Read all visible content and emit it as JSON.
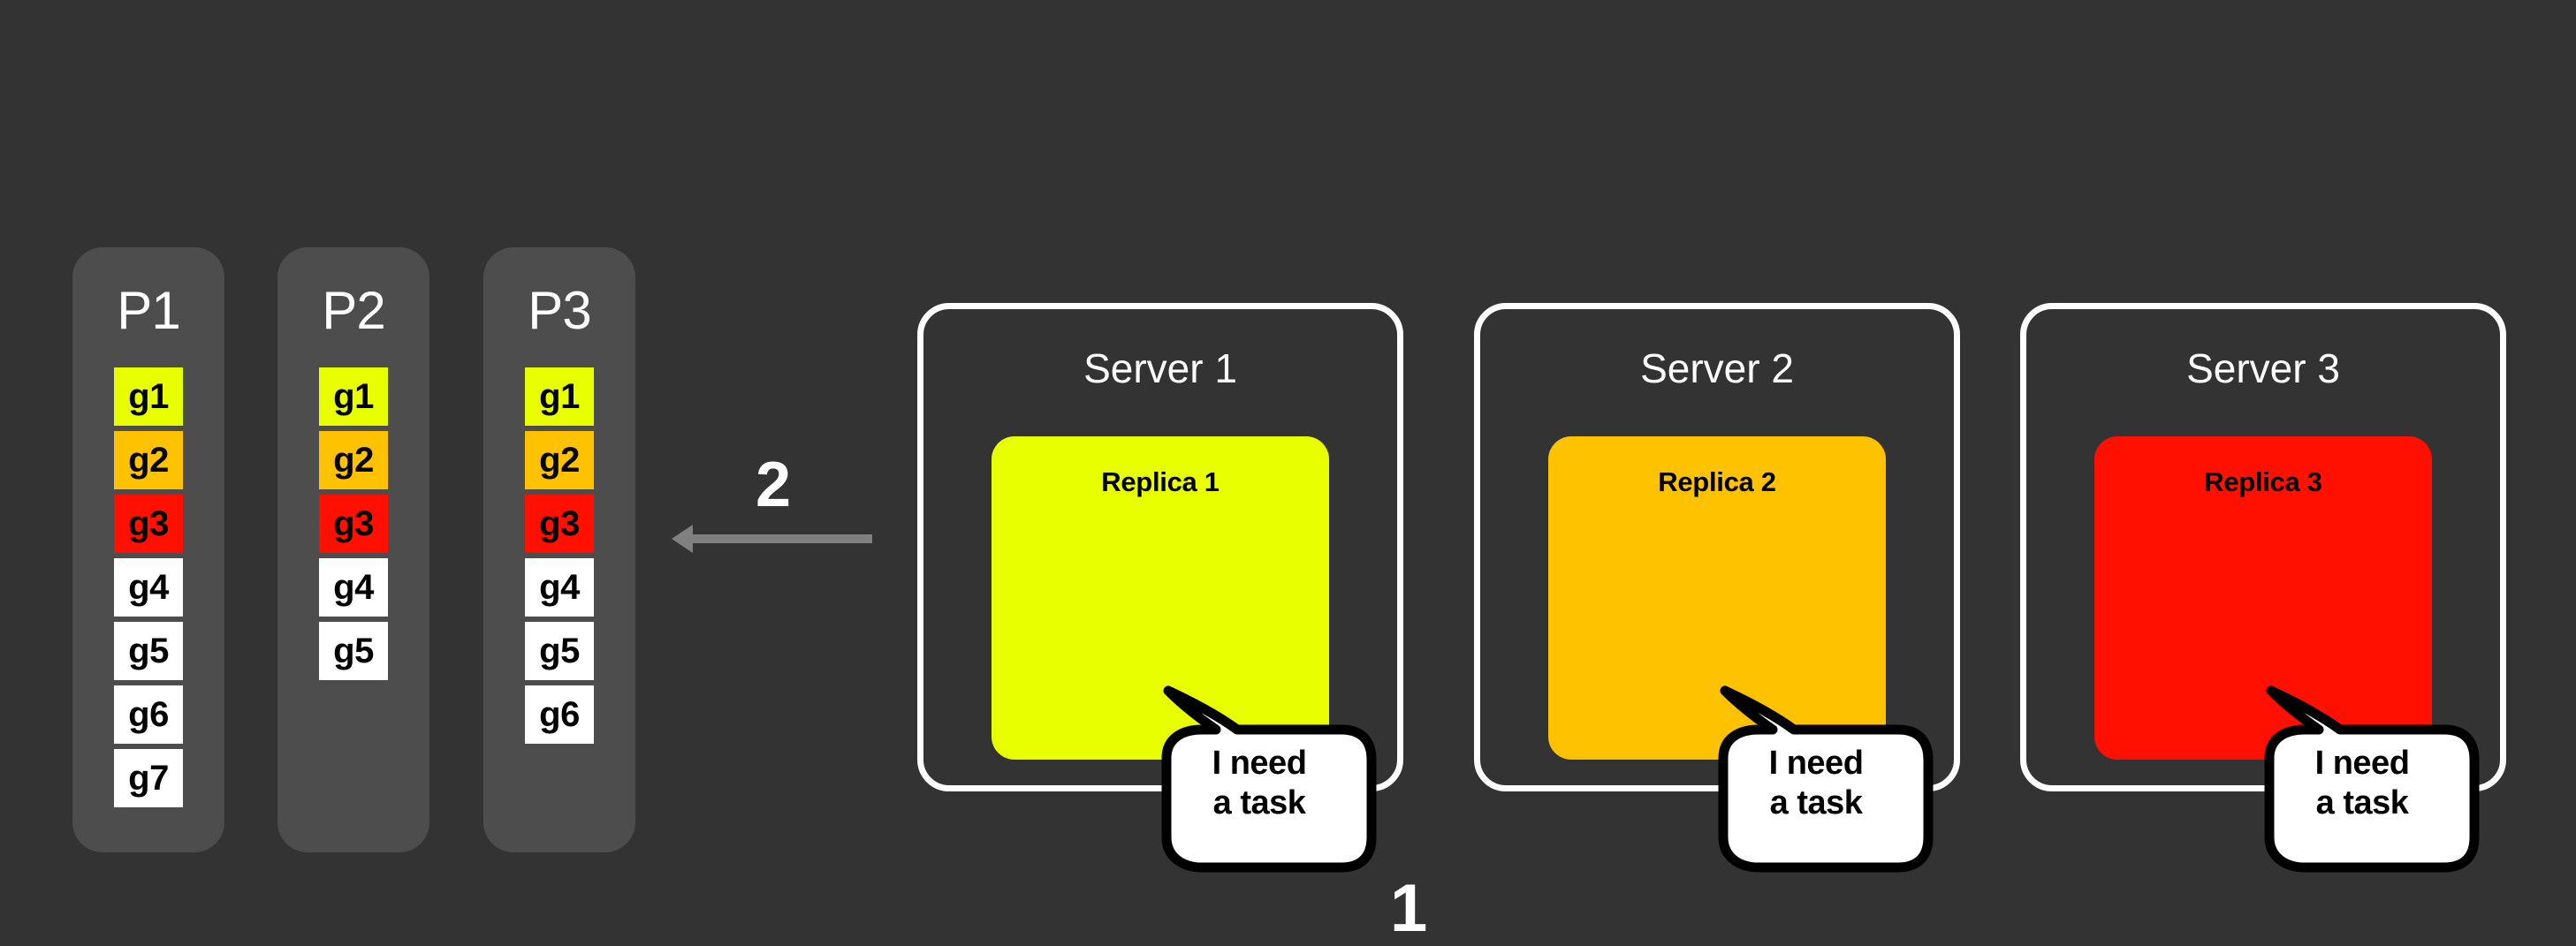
{
  "theme": {
    "background": "#333333",
    "panel": "#4D4D4D",
    "outline": "#FFFFFF",
    "arrow": "#808080",
    "bubble_fill": "#FFFFFF",
    "bubble_stroke": "#000000"
  },
  "group_colors": {
    "g1": "#E8FF00",
    "g2": "#FFC200",
    "g3": "#FF1000",
    "idle": "#FFFFFF"
  },
  "partitions": [
    {
      "id": "p1",
      "title": "P1",
      "cells": [
        {
          "label": "g1",
          "color": "#E8FF00"
        },
        {
          "label": "g2",
          "color": "#FFC200"
        },
        {
          "label": "g3",
          "color": "#FF1000"
        },
        {
          "label": "g4",
          "color": "#FFFFFF"
        },
        {
          "label": "g5",
          "color": "#FFFFFF"
        },
        {
          "label": "g6",
          "color": "#FFFFFF"
        },
        {
          "label": "g7",
          "color": "#FFFFFF"
        }
      ]
    },
    {
      "id": "p2",
      "title": "P2",
      "cells": [
        {
          "label": "g1",
          "color": "#E8FF00"
        },
        {
          "label": "g2",
          "color": "#FFC200"
        },
        {
          "label": "g3",
          "color": "#FF1000"
        },
        {
          "label": "g4",
          "color": "#FFFFFF"
        },
        {
          "label": "g5",
          "color": "#FFFFFF"
        }
      ]
    },
    {
      "id": "p3",
      "title": "P3",
      "cells": [
        {
          "label": "g1",
          "color": "#E8FF00"
        },
        {
          "label": "g2",
          "color": "#FFC200"
        },
        {
          "label": "g3",
          "color": "#FF1000"
        },
        {
          "label": "g4",
          "color": "#FFFFFF"
        },
        {
          "label": "g5",
          "color": "#FFFFFF"
        },
        {
          "label": "g6",
          "color": "#FFFFFF"
        }
      ]
    }
  ],
  "steps": {
    "step_two_label": "2",
    "step_one_label": "1"
  },
  "servers": [
    {
      "id": "server-1",
      "title": "Server 1",
      "replica_label": "Replica 1",
      "replica_color": "#E8FF00",
      "bubble_line_1": "I need",
      "bubble_line_2": "a task"
    },
    {
      "id": "server-2",
      "title": "Server 2",
      "replica_label": "Replica 2",
      "replica_color": "#FFC200",
      "bubble_line_1": "I need",
      "bubble_line_2": "a task"
    },
    {
      "id": "server-3",
      "title": "Server 3",
      "replica_label": "Replica 3",
      "replica_color": "#FF1000",
      "bubble_line_1": "I need",
      "bubble_line_2": "a task"
    }
  ]
}
